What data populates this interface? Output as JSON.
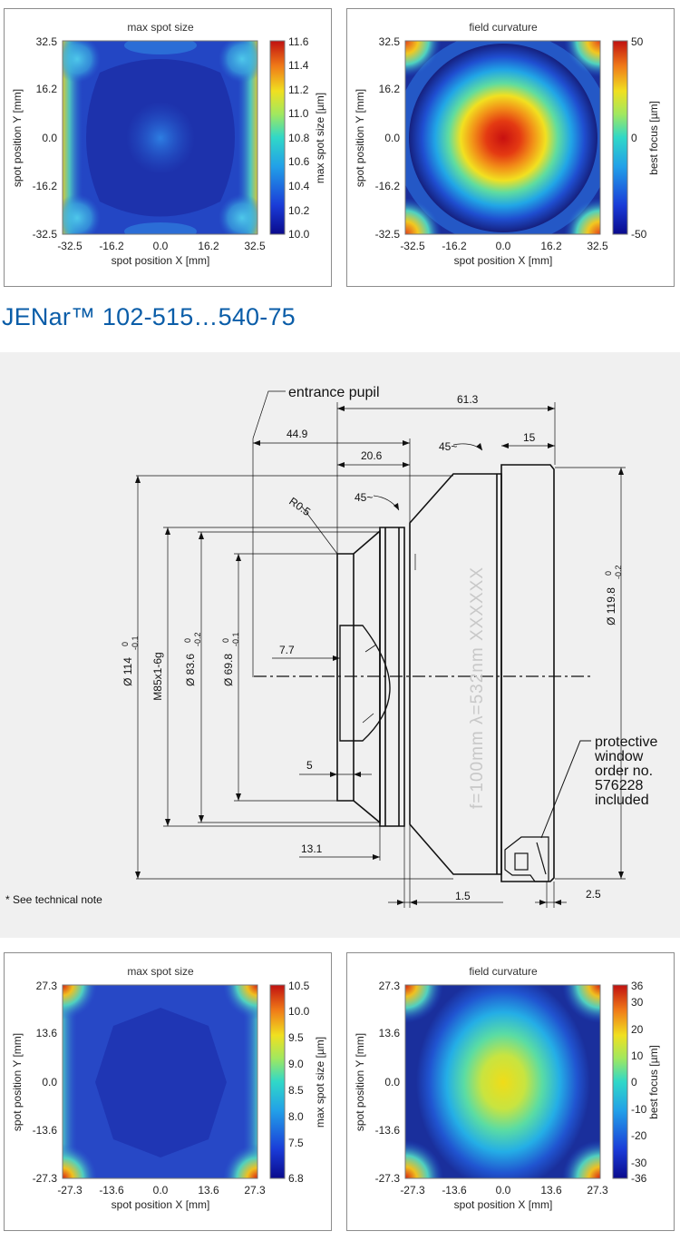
{
  "heatmaps": {
    "top_left": {
      "title": "max spot size",
      "xlabel": "spot position X [mm]",
      "ylabel": "spot position Y [mm]",
      "xticks": [
        "-32.5",
        "-16.2",
        "0.0",
        "16.2",
        "32.5"
      ],
      "yticks": [
        "32.5",
        "16.2",
        "0.0",
        "-16.2",
        "-32.5"
      ],
      "cbar_label": "max spot size [µm]",
      "cbar_ticks": [
        "11.6",
        "11.4",
        "11.2",
        "11.0",
        "10.8",
        "10.6",
        "10.4",
        "10.2",
        "10.0"
      ]
    },
    "top_right": {
      "title": "field curvature",
      "xlabel": "spot position X [mm]",
      "ylabel": "spot position Y [mm]",
      "xticks": [
        "-32.5",
        "-16.2",
        "0.0",
        "16.2",
        "32.5"
      ],
      "yticks": [
        "32.5",
        "16.2",
        "0.0",
        "-16.2",
        "-32.5"
      ],
      "cbar_label": "best focus [µm]",
      "cbar_ticks": [
        "50",
        "0",
        "-50"
      ]
    },
    "bottom_left": {
      "title": "max spot size",
      "xlabel": "spot position X [mm]",
      "ylabel": "spot position Y [mm]",
      "xticks": [
        "-27.3",
        "-13.6",
        "0.0",
        "13.6",
        "27.3"
      ],
      "yticks": [
        "27.3",
        "13.6",
        "0.0",
        "-13.6",
        "-27.3"
      ],
      "cbar_label": "max spot size [µm]",
      "cbar_ticks": [
        "10.5",
        "10.0",
        "9.5",
        "9.0",
        "8.5",
        "8.0",
        "7.5",
        "6.8"
      ]
    },
    "bottom_right": {
      "title": "field curvature",
      "xlabel": "spot position X [mm]",
      "ylabel": "spot position Y [mm]",
      "xticks": [
        "-27.3",
        "-13.6",
        "0.0",
        "13.6",
        "27.3"
      ],
      "yticks": [
        "27.3",
        "13.6",
        "0.0",
        "-13.6",
        "-27.3"
      ],
      "cbar_label": "best focus [µm]",
      "cbar_ticks": [
        "36",
        "30",
        "20",
        "10",
        "0",
        "-10",
        "-20",
        "-30",
        "-36"
      ]
    }
  },
  "product": {
    "title": "JENar™ 102-515…540-75"
  },
  "drawing": {
    "entrance_pupil": "entrance pupil",
    "dims": {
      "d61_3": "61.3",
      "d44_9": "44.9",
      "d20_6": "20.6",
      "d15": "15",
      "a45_top": "45~",
      "a45_mid": "45~",
      "r0_5": "R0.5",
      "d7_7": "7.7",
      "d5": "5",
      "d13_1": "13.1",
      "d1_5": "1.5",
      "d2_5": "2.5"
    },
    "diameters": {
      "d114": "Ø 114",
      "d114_tol": "-0.1",
      "d114_up": "0",
      "m85": "M85x1-6g",
      "d83_6": "Ø 83.6",
      "d83_6_tol": "-0.2",
      "d83_6_up": "0",
      "d69_8": "Ø 69.8",
      "d69_8_tol": "-0.1",
      "d69_8_up": "0",
      "d119_8": "Ø 119.8",
      "d119_8_tol": "-0.2",
      "d119_8_up": "0"
    },
    "engraving": "f=100mm λ=532nm XXXXXX",
    "protective": [
      "protective",
      "window",
      "order no.",
      "576228",
      "included"
    ],
    "technical_note": "* See technical note"
  }
}
